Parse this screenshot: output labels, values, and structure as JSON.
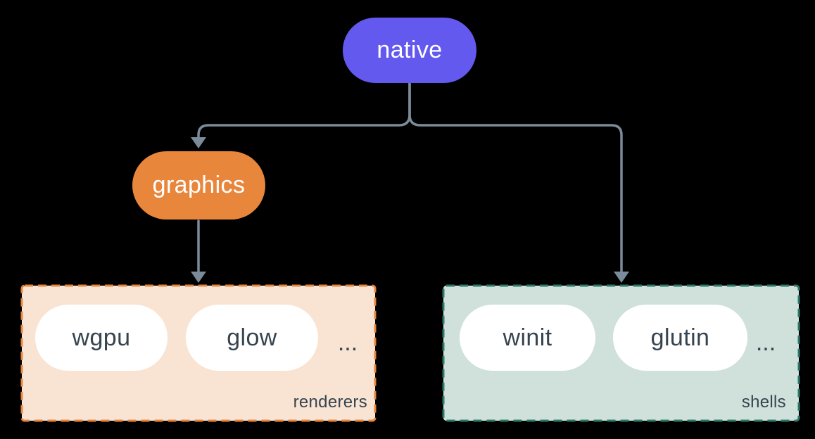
{
  "diagram": {
    "background": "#000000",
    "connector_color": "#7B8B99",
    "nodes": {
      "native": {
        "label": "native",
        "fill": "#6459EF",
        "text_color": "#FFFFFF"
      },
      "graphics": {
        "label": "graphics",
        "fill": "#E8863C",
        "text_color": "#FFFFFF"
      }
    },
    "item_pill": {
      "fill": "#FFFFFF",
      "text_color": "#36444F"
    },
    "groups": {
      "renderers": {
        "label": "renderers",
        "fill": "#F9E4D3",
        "border_color": "#E8863C",
        "items": [
          {
            "label": "wgpu"
          },
          {
            "label": "glow"
          }
        ],
        "ellipsis": "..."
      },
      "shells": {
        "label": "shells",
        "fill": "#CFE1DA",
        "border_color": "#2C7A67",
        "items": [
          {
            "label": "winit"
          },
          {
            "label": "glutin"
          }
        ],
        "ellipsis": "..."
      }
    }
  }
}
